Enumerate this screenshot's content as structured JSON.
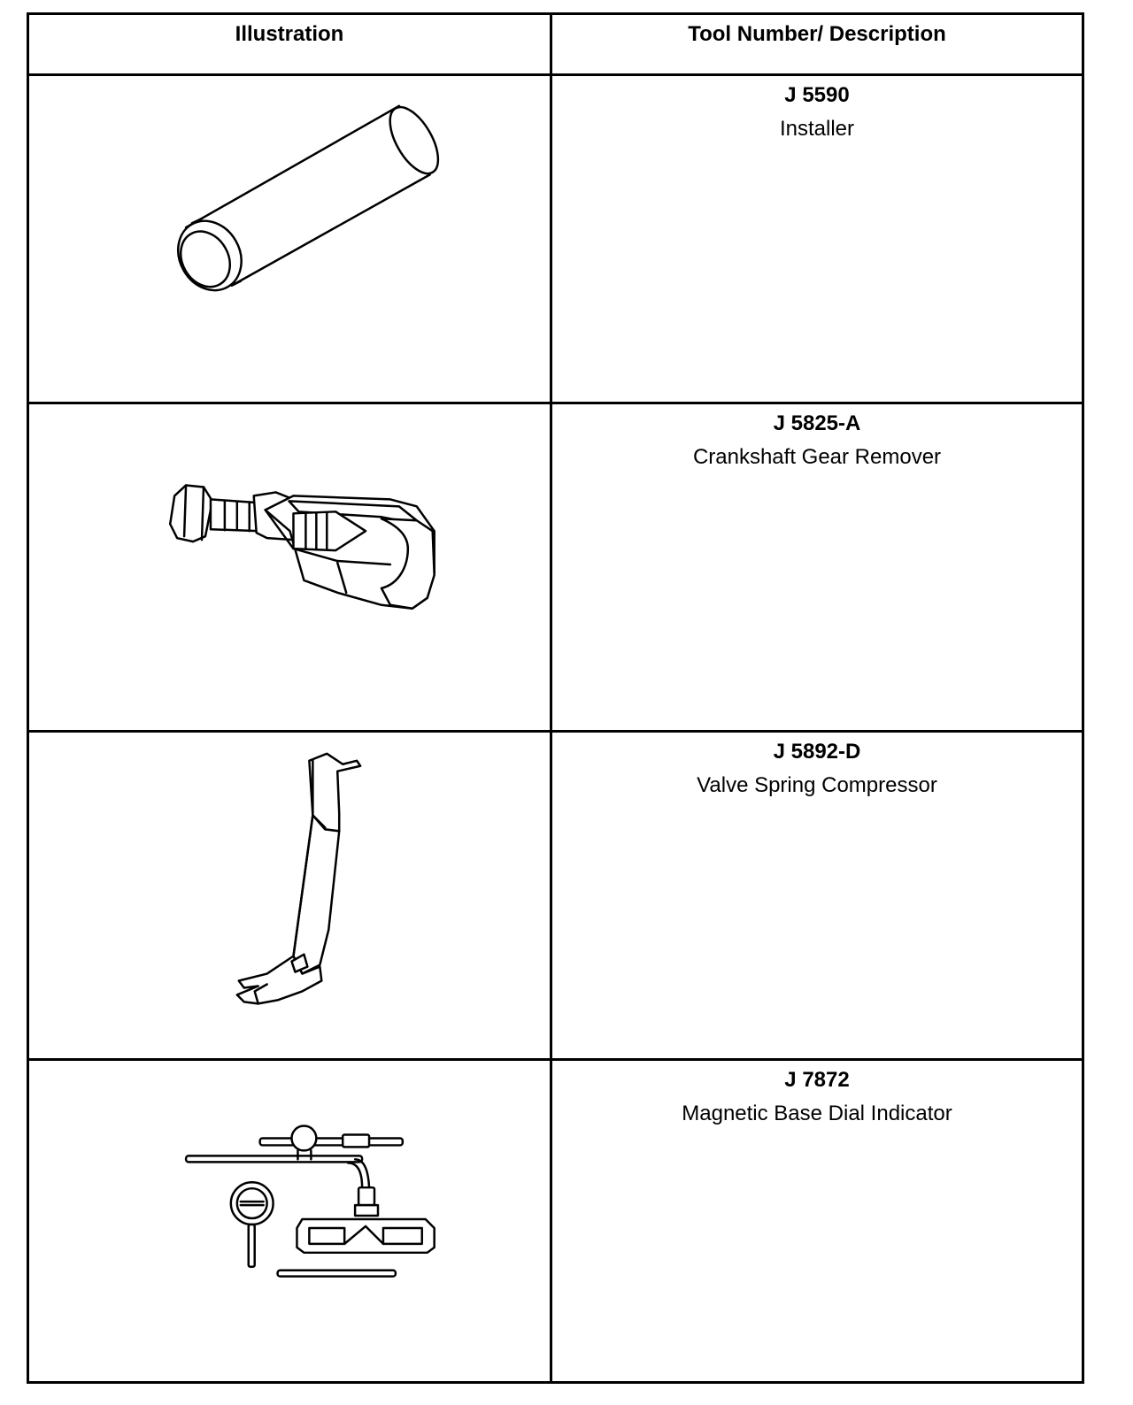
{
  "table": {
    "header": {
      "illustration": "Illustration",
      "description": "Tool Number/ Description"
    },
    "rows": [
      {
        "number": "J 5590",
        "description": "Installer",
        "icon": "installer-cylinder-icon"
      },
      {
        "number": "J 5825-A",
        "description": "Crankshaft Gear Remover",
        "icon": "crankshaft-gear-remover-icon"
      },
      {
        "number": "J 5892-D",
        "description": "Valve Spring Compressor",
        "icon": "valve-spring-compressor-icon"
      },
      {
        "number": "J 7872",
        "description": "Magnetic Base Dial Indicator",
        "icon": "magnetic-base-dial-indicator-icon"
      }
    ]
  }
}
